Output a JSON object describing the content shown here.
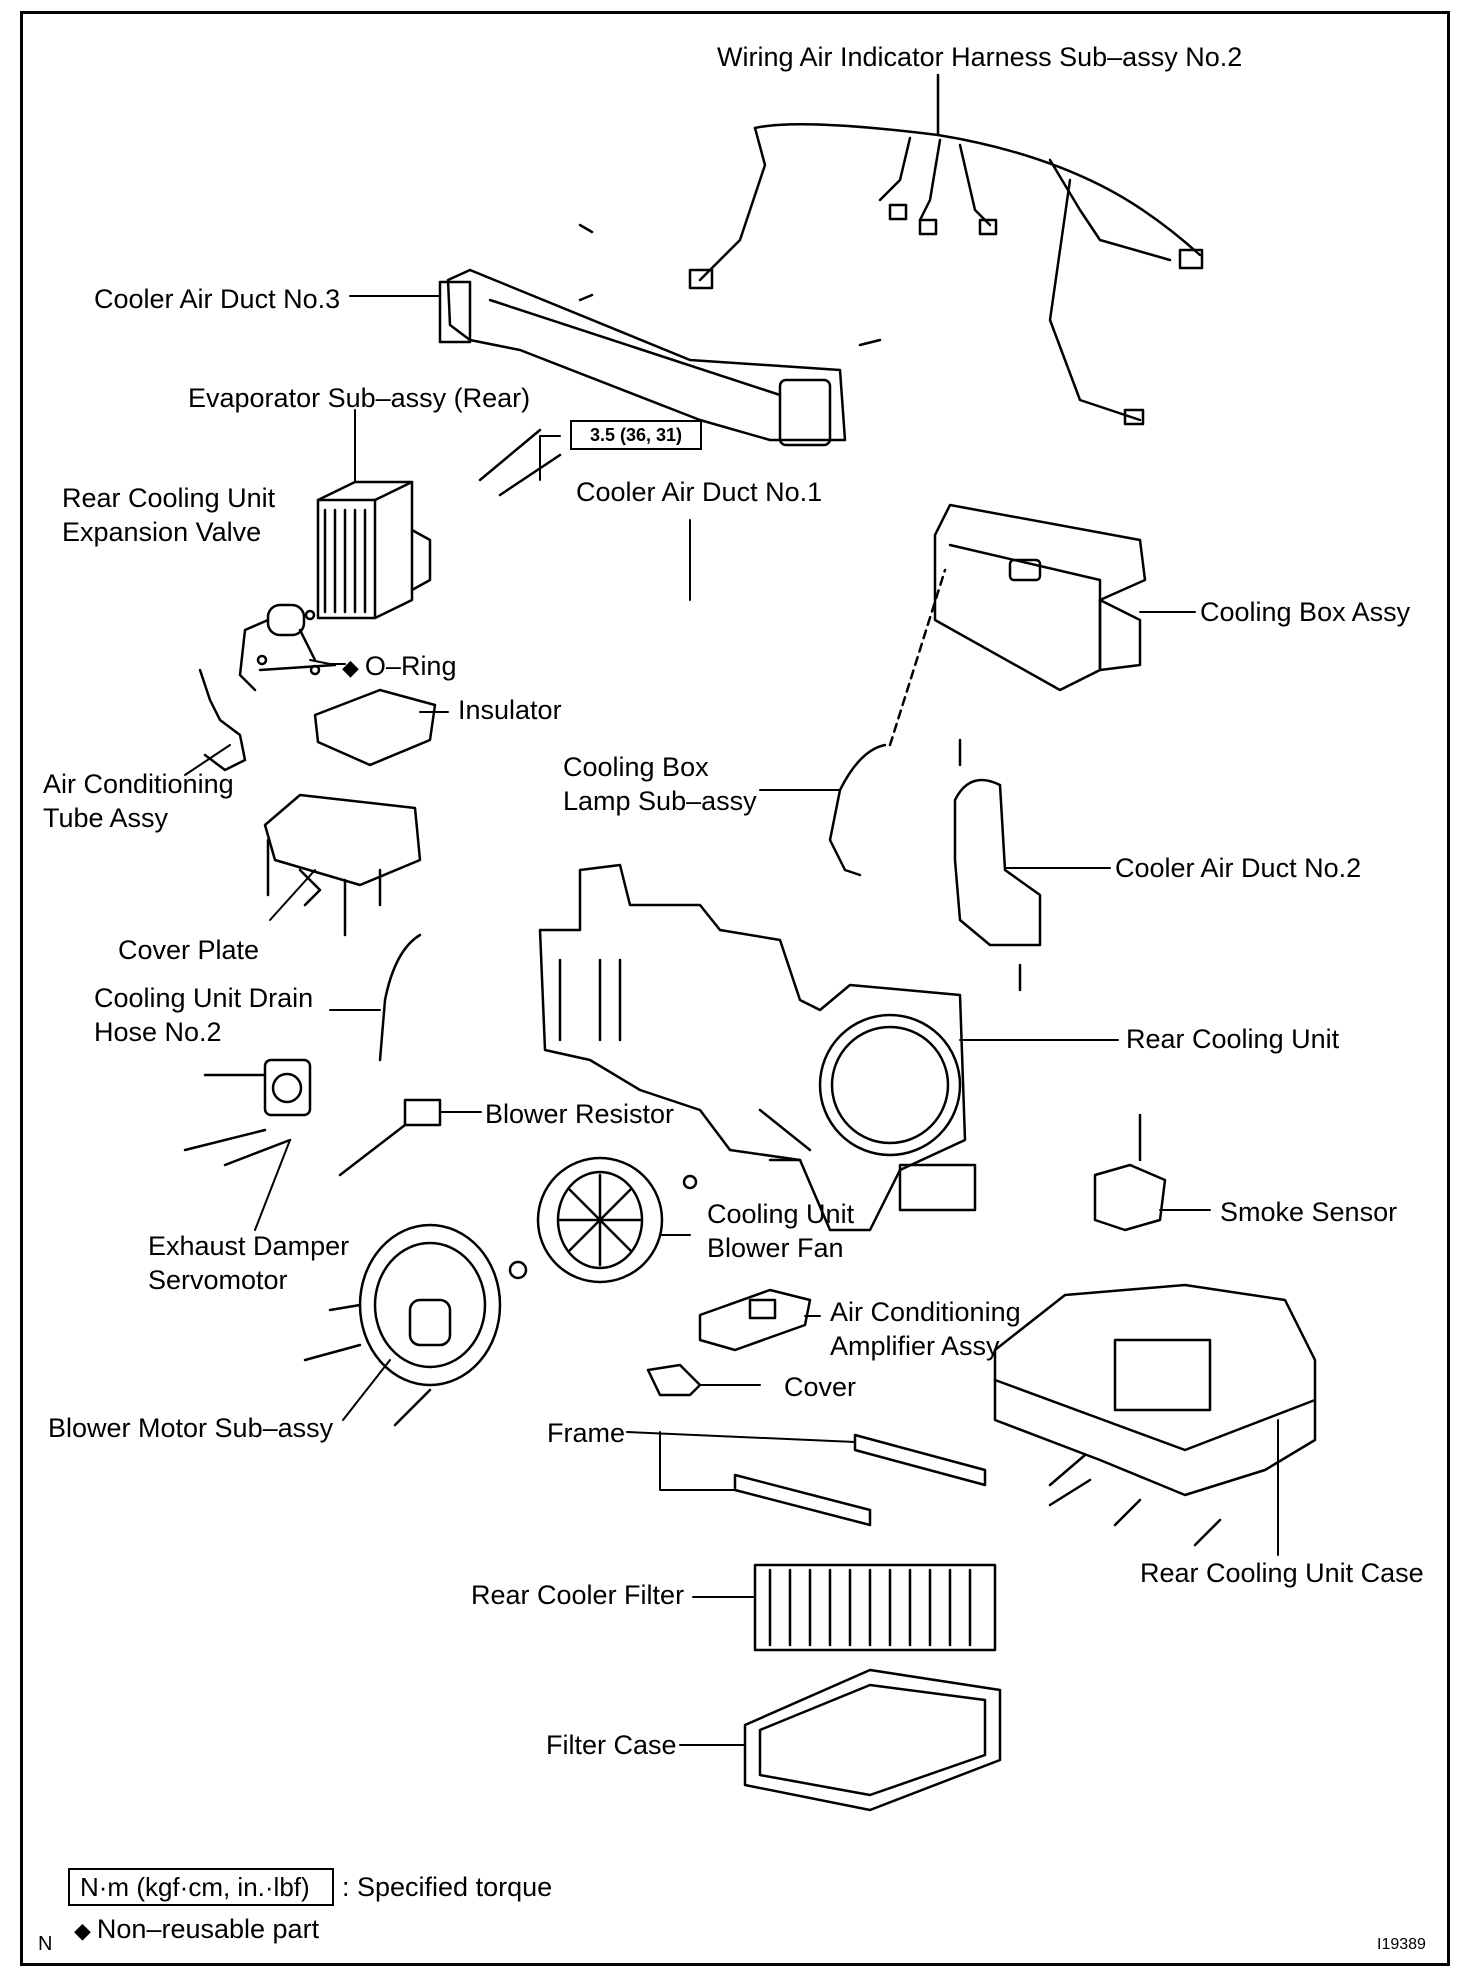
{
  "labels": {
    "wiring_harness": "Wiring Air Indicator Harness Sub–assy No.2",
    "cooler_duct_3": "Cooler Air Duct No.3",
    "evaporator": "Evaporator Sub–assy (Rear)",
    "torque_value": "3.5 (36, 31)",
    "expansion_valve": [
      "Rear Cooling Unit",
      "Expansion Valve"
    ],
    "cooler_duct_1": "Cooler Air Duct No.1",
    "cooling_box_assy": "Cooling Box Assy",
    "o_ring": "O–Ring",
    "insulator": "Insulator",
    "ac_tube": [
      "Air Conditioning",
      "Tube Assy"
    ],
    "cooling_box_lamp": [
      "Cooling Box",
      "Lamp Sub–assy"
    ],
    "cooler_duct_2": "Cooler Air Duct No.2",
    "cover_plate": "Cover Plate",
    "drain_hose": [
      "Cooling Unit Drain",
      "Hose No.2"
    ],
    "rear_cooling_unit": "Rear Cooling Unit",
    "blower_resistor": "Blower Resistor",
    "smoke_sensor": "Smoke Sensor",
    "blower_fan": [
      "Cooling Unit",
      "Blower Fan"
    ],
    "exhaust_damper": [
      "Exhaust Damper",
      "Servomotor"
    ],
    "ac_amplifier": [
      "Air Conditioning",
      "Amplifier Assy"
    ],
    "cover": "Cover",
    "blower_motor": "Blower Motor Sub–assy",
    "frame": "Frame",
    "rear_cooling_unit_case": "Rear Cooling Unit Case",
    "rear_cooler_filter": "Rear Cooler Filter",
    "filter_case": "Filter Case"
  },
  "legend": {
    "torque_unit": "N·m (kgf·cm, in.·lbf)",
    "torque_desc": ": Specified torque",
    "non_reusable": "Non–reusable part",
    "diamond_symbol": "◆"
  },
  "corner": {
    "left": "N",
    "figure_id": "I19389"
  }
}
